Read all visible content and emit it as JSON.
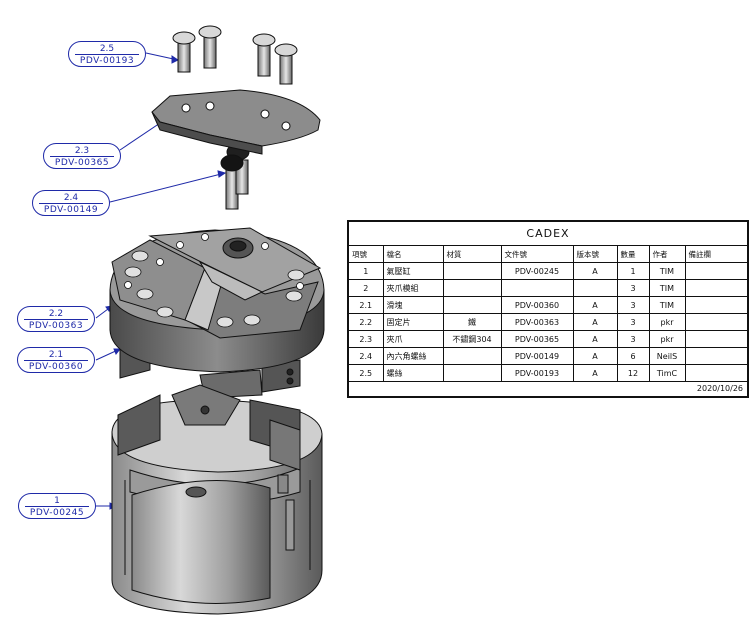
{
  "balloons": [
    {
      "item": "2.5",
      "part": "PDV-00193"
    },
    {
      "item": "2.3",
      "part": "PDV-00365"
    },
    {
      "item": "2.4",
      "part": "PDV-00149"
    },
    {
      "item": "2.2",
      "part": "PDV-00363"
    },
    {
      "item": "2.1",
      "part": "PDV-00360"
    },
    {
      "item": "1",
      "part": "PDV-00245"
    }
  ],
  "bom": {
    "title": "CADEX",
    "headers": [
      "項號",
      "檔名",
      "材質",
      "文件號",
      "版本號",
      "數量",
      "作者",
      "備註欄"
    ],
    "rows": [
      [
        "1",
        "氣壓缸",
        "",
        "PDV-00245",
        "A",
        "1",
        "TIM",
        ""
      ],
      [
        "2",
        "夾爪模組",
        "",
        "",
        "",
        "3",
        "TIM",
        ""
      ],
      [
        "2.1",
        "滑塊",
        "",
        "PDV-00360",
        "A",
        "3",
        "TIM",
        ""
      ],
      [
        "2.2",
        "固定片",
        "鐵",
        "PDV-00363",
        "A",
        "3",
        "pkr",
        ""
      ],
      [
        "2.3",
        "夾爪",
        "不鏽鋼304",
        "PDV-00365",
        "A",
        "3",
        "pkr",
        ""
      ],
      [
        "2.4",
        "內六角螺絲",
        "",
        "PDV-00149",
        "A",
        "6",
        "NeilS",
        ""
      ],
      [
        "2.5",
        "螺絲",
        "",
        "PDV-00193",
        "A",
        "12",
        "TimC",
        ""
      ]
    ],
    "date": "2020/10/26"
  },
  "colors": {
    "balloon": "#1f2aa8",
    "metal_dark": "#3b3b3b",
    "metal_mid": "#707070",
    "metal_light": "#b4b4b4"
  }
}
